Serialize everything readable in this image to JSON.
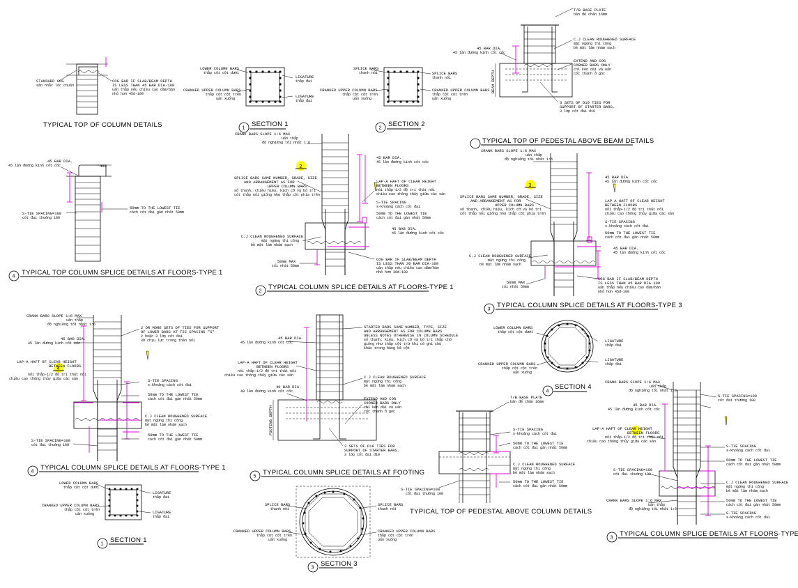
{
  "drawings": {
    "top_of_column": {
      "title": "TYPICAL TOP OF COLUMN DETAILS",
      "notes": [
        "STANDARD COG",
        "sản nhẫc lóc chuẩn",
        "COG BAR IF SLAB/BEAM DEPTH",
        "IS LESS THAN 45 BAR DIA-100",
        "uấn thẳp nếu chiều cao dầm/bản",
        "nhỏ hơn 45d-100"
      ]
    },
    "section_1_top": {
      "number": "1",
      "title": "SECTION 1",
      "notes": [
        "LOWER COLUMN BARS",
        "thẳp cột cột dưới",
        "LIGATURE",
        "thẳp đai",
        "CRANKED UPPER COLUMN BARS",
        "thẳp cột cột trên",
        "uấn xuống",
        "LIGATURE",
        "thẳp đai"
      ]
    },
    "section_2": {
      "number": "2",
      "title": "SECTION 2",
      "notes": [
        "SPLICE BARS",
        "thanh nối",
        "SPLICE BARS",
        "thanh nối",
        "CRANKED UPPER COLUMN BARS",
        "thẳp cột cột trên",
        "uấn xuống",
        "CRANKED UPPER COLUMN BARS",
        "thẳp cột cột trên",
        "uấn xuống"
      ]
    },
    "pedestal_above_beam": {
      "title": "TYPICAL TOP OF PEDESTAL ABOVE BEAM DETAILS",
      "notes": [
        "T/B BASE PLATE",
        "bản đế chân 16mm",
        "C.J CLEAN ROUGHENED SURFACE",
        "mặt ngừng thi công",
        "bề mặt làm nhám sạch",
        "45 BAR DIA.",
        "45 lần đường kính cốt cốc",
        "EXTEND AND COG",
        "CORNER BARS ONLY",
        "chỉ kéo dài và uấn",
        "cốc thanh ở góc",
        "3 SETS OF D10 TIES FOR",
        "SUPPORT OF STARTER BARS.",
        "3 lớp cốt đai d10",
        "BEAM DEPTH"
      ]
    },
    "splice_type1_topleft": {
      "number": "4",
      "title": "TYPICAL TOP COLUMN SPLICE DETAILS AT FLOORS-TYPE 1",
      "notes": [
        "45 BAR DIA.",
        "45 lần đường kính cốt cốc",
        "460",
        "S-TIE SPACING=100",
        "cốt đai thường 100",
        "50mm TO THE LOWEST TIE",
        "cách cốt đai gần nhất 50mm"
      ]
    },
    "splice_type1_center": {
      "number": "2",
      "title": "TYPICAL COLUMN SPLICE DETAILS AT FLOORS-TYPE 1",
      "notes": [
        "CRANK BARS SLOPE 1:6 MAX",
        "uấn thẳp",
        "độ nghiêng tối nhất 1:6",
        "45 BAR DIA.",
        "45 lần đường kính cốt cốc",
        "SPLICE BARS SAME NUMBER, GRADE, SIZE",
        "AND ARRANGEMENT AS FOR",
        "UPPER COLUMN BARS",
        "số thanh, chiều hiệu, kích cỡ và bố trí",
        "cốt thẳp nối giống như thẳp cột phía trên",
        "LAP-A HAFT OF CLEAR HEIGHT",
        "BETWEEN FLOORS",
        "nối thẳp-1/2 độ trí thất nối",
        "chiều cao thông thủy giữa các sàn",
        "S-TIE SPACING",
        "s-khoảng cách cốt đai",
        "50mm TO THE LOWEST TIE",
        "cách cốt đai gần nhất 50mm",
        "45 BAR DIA.",
        "45 lần đường kính cốt cốc",
        "C.J CLEAN ROUGHENED SURFACE",
        "mặt ngừng thi công",
        "bề mặt làm nhám sạch",
        "50mm MAX",
        "tối nhất 50mm",
        "COG BAR IF SLAB/BEAM DEPTH",
        "IS LESS THAN 30 BAR DIA-100",
        "uấn thẳp nếu chiều cao dầm/bản",
        "nhỏ hơn 30d-100"
      ]
    },
    "splice_type3": {
      "number": "3",
      "title": "TYPICAL COLUMN SPLICE DETAILS AT FLOORS-TYPE 3",
      "notes": [
        "CRANK BARS SLOPE 1:6 MAX",
        "uấn thẳp",
        "độ nghiêng tối nhất 1:6",
        "45 BAR DIA.",
        "45 lần đường kính cốt cốc",
        "SPLICE BARS SAME NUMBER, GRADE, SIZE",
        "AND ARRANGEMENT AS FOR",
        "UPPER COLUMN BARS",
        "số thanh, chiều hiệu, kích cỡ và bố trí",
        "cốt thẳp nối giống như thẳp cột phía trên",
        "LAP-A HAFT OF CLEAR HEIGHT",
        "BETWEEN FLOORS",
        "nối thẳp-1/2 độ trí thất nối",
        "chiều cao thông thủy giữa các sàn",
        "S-TIE SPACING",
        "s-khoảng cách cốt đai",
        "50mm TO THE LOWEST TIE",
        "cách cốt đai gần nhất 50mm",
        "45 BAR DIA.",
        "45 lần đường kính cốt cốc",
        "C.J CLEAN ROUGHENED SURFACE",
        "mặt ngừng thi công",
        "bề mặt làm nhám sạch",
        "50mm MAX",
        "tối nhất 50mm",
        "COG BAR IF SLAB/BEAM DEPTH",
        "IS LESS THAN 45 BAR DIA-100",
        "uấn thẳp nếu chiều cao dầm/bản",
        "nhỏ hơn 45d-100"
      ]
    },
    "splice_type1_left": {
      "number": "4",
      "title": "TYPICAL COLUMN SPLICE DETAILS AT FLOORS-TYPE 1",
      "notes": [
        "CRANK BARS SLOPE 1:6 MAX",
        "uấn thẳp",
        "độ nghiêng tối nhất 1:6",
        "45 BAR DIA.",
        "45 lần đường kính cốt cốc",
        "LAP-A HAFT OF CLEAR HEIGHT",
        "BETWEEN FLOORS",
        "nối thẳp-1/2 độ trí thất nối",
        "chiều cao thông thủy giữa các sàn",
        "2 OR MORE SETS OF TIES FOR SUPPORT",
        "OF LOWER BARS AT TIE SPACING \"S\"",
        "2 hoặc 3 lớp cốt đai",
        "3D chịu lực trong thân nối",
        "S-TIE SPACING",
        "s-khoảng cách cốt đai",
        "50mm TO THE LOWEST TIE",
        "cách cốt đai gần nhất 50mm",
        "C.J CLEAN ROUGHENED SURFACE",
        "mặt ngừng thi công",
        "bề mặt làm nhám sạch",
        "50mm TO THE LOWEST TIE",
        "cách cốt đai gần nhất 50mm",
        "S-TIE SPACING=100",
        "cốt đai thường 100"
      ]
    },
    "splice_footing": {
      "number": "5",
      "title": "TYPICAL COLUMN SPLICE DETAILS AT FOOTING",
      "notes": [
        "45 BAR DIA.",
        "45 lần đường kính cốt cốc",
        "STARTER BARS SAME NUMBER, TYPE, SIZE",
        "AND ARRANGEMENT AS FOR COLUMN BARS",
        "UNLESS NOTES OTHERWISE IN COLUMN SCHEDULE",
        "số thanh, kiểu, kích cỡ và bố trí thẳp chờ",
        "giống như thẳp cột trừ khi có ghi chú",
        "khác trong bảng kê cột",
        "LAP-A HAFT OF CLEAR HEIGHT",
        "BETWEEN FLOORS",
        "nối thẳp-1/2 độ trí thất nối",
        "chiều cao thông thủy giữa các sàn",
        "C.J CLEAN ROUGHENED SURFACE",
        "mặt ngừng thi công",
        "bề mặt làm nhám sạch",
        "40 BAR DIA.",
        "40 lần đường kính cốt cốc",
        "EXTEND AND COG",
        "CORNER BARS ONLY",
        "chỉ kéo dài và uấn",
        "cốc thanh ở góc",
        "3 SETS OF D10 TIES FOR",
        "SUPPORT OF STARTER BARS.",
        "3 lớp cốt đai d10",
        "FOOTING DEPTH"
      ]
    },
    "section_4": {
      "number": "4",
      "title": "SECTION 4",
      "notes": [
        "LOWER COLUMN BARS",
        "thẳp cột cột dưới",
        "LIGATURE",
        "thẳp đai",
        "CRANKED UPPER COLUMN BARS",
        "thẳp cột cột trên",
        "uấn xuống",
        "LIGATURE",
        "thẳp đai"
      ]
    },
    "pedestal_above_column": {
      "title": "TYPICAL TOP OF PEDESTAL ABOVE COLUMN DETAILS",
      "notes": [
        "T/B BASE PLATE",
        "bản đế chân 16mm",
        "S-TIE SPACING",
        "s-khoảng cách cốt đai",
        "50mm TO THE LOWEST TIE",
        "cách cốt đai gần nhất 50mm",
        "C.J CLEAN ROUGHENED SURFACE",
        "mặt ngừng thi công",
        "bề mặt làm nhám sạch",
        "50mm TO THE LOWEST TIE",
        "cách cốt đai gần nhất 50mm",
        "S-TIE SPACING=100",
        "cốt đai thường 100"
      ]
    },
    "splice_type1_right": {
      "number": "3",
      "title": "TYPICAL COLUMN SPLICE DETAILS AT FLOORS-TYPE 1",
      "notes": [
        "CRANK BARS SLOPE 1:6 MAX",
        "uấn thẳp",
        "độ nghiêng tối nhất 1:6",
        "S-TIE SPACING=100",
        "cốt đai thường 100",
        "45 BAR DIA.",
        "45 lần đường kính cốt cốc",
        "LAP-A HAFT OF CLEAR HEIGHT",
        "BETWEEN FLOORS",
        "nối thẳp-1/2 độ trí thất nối",
        "chiều cao thông thủy giữa các sàn",
        "S-TIE SPACING",
        "s-khoảng cách cốt đai",
        "50mm TO THE LOWEST TIE",
        "cách cốt đai gần nhất 50mm",
        "S-TIE SPACING=100",
        "cốt đai thường 100",
        "C.J CLEAN ROUGHENED SURFACE",
        "mặt ngừng thi công",
        "bề mặt làm nhám sạch",
        "CRANK BARS SLOPE 1:6 MAX",
        "uấn thẳp",
        "độ nghiêng tối nhất 1:6",
        "50mm TO THE LOWEST TIE",
        "cách cốt đai gần nhất 50mm",
        "S-TIE SPACING",
        "s-khoảng cách cốt đai"
      ]
    },
    "section_1_bottom": {
      "number": "1",
      "title": "SECTION 1",
      "notes": [
        "LOWER COLUMN BARS",
        "thẳp cột cột dưới",
        "LIGATURE",
        "thẳp đai",
        "CRANKED UPPER COLUMN BARS",
        "thẳp cột cột trên",
        "uấn xuống",
        "LIGATURE",
        "thẳp đai"
      ]
    },
    "section_3": {
      "number": "3",
      "title": "SECTION 3",
      "notes": [
        "SPLICE BARS",
        "thanh nối",
        "SPLICE BARS",
        "thanh nối",
        "CRANKED UPPER COLUMN BARS",
        "thẳp cột cột trên",
        "uấn xuống",
        "CRANKED UPPER COLUMN BARS",
        "thẳp cột cột trên",
        "uấn xuống"
      ]
    }
  },
  "markers": {
    "m2": "2",
    "m3": "3",
    "m4": "4"
  },
  "colors": {
    "line": "#000000",
    "dimension": "#e000e0",
    "marker": "#ffff00"
  }
}
